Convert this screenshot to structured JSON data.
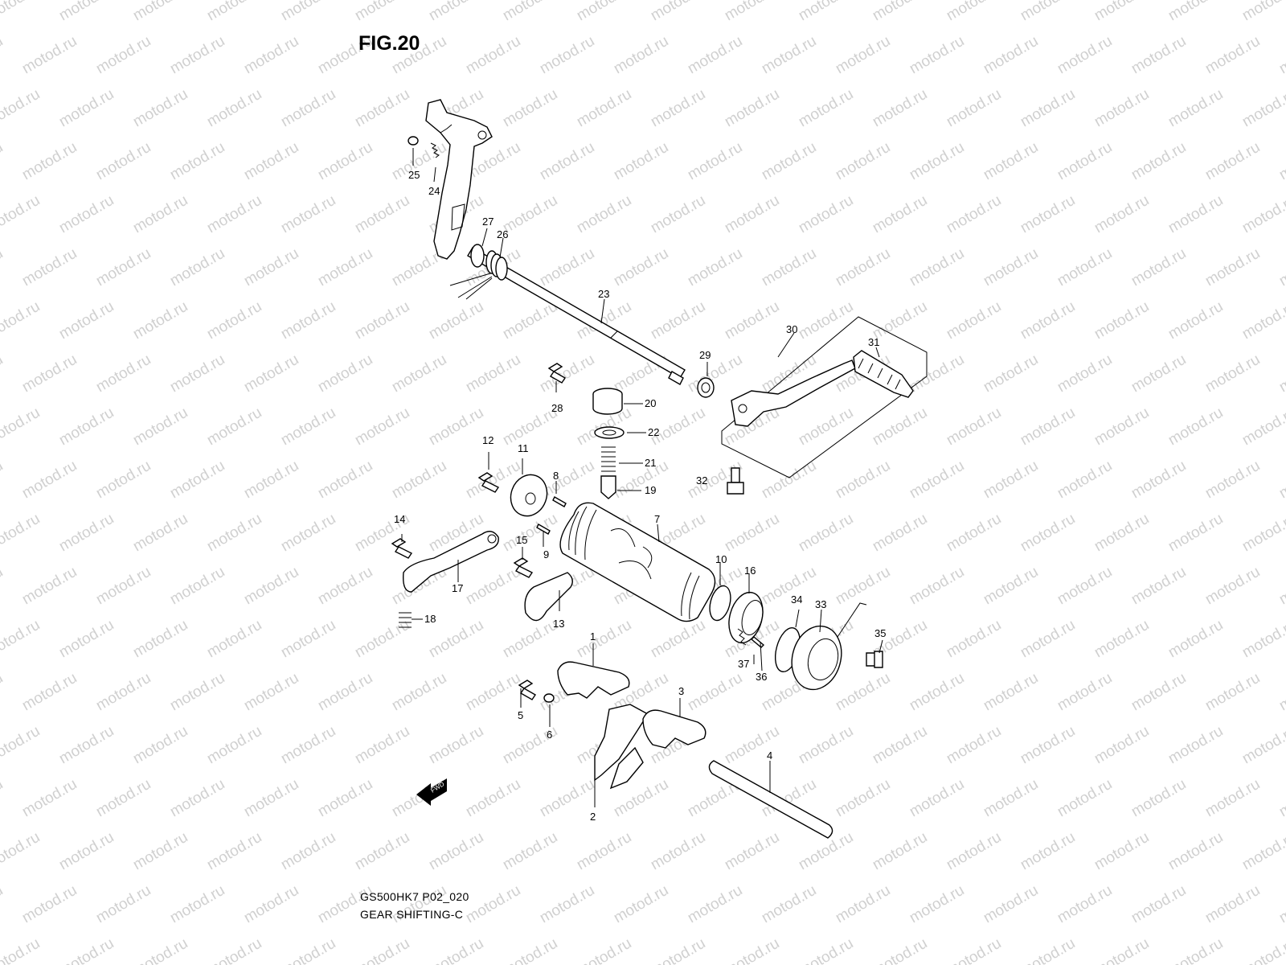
{
  "figure": {
    "title": "FIG.20",
    "code": "GS500HK7 P02_020",
    "name": "GEAR SHIFTING-C"
  },
  "watermark": {
    "text": "motod.ru"
  },
  "direction_arrow": {
    "label": "FWD"
  },
  "callouts": [
    {
      "id": "1",
      "label": "1"
    },
    {
      "id": "2",
      "label": "2"
    },
    {
      "id": "3",
      "label": "3"
    },
    {
      "id": "4",
      "label": "4"
    },
    {
      "id": "5",
      "label": "5"
    },
    {
      "id": "6",
      "label": "6"
    },
    {
      "id": "7",
      "label": "7"
    },
    {
      "id": "8",
      "label": "8"
    },
    {
      "id": "9",
      "label": "9"
    },
    {
      "id": "10",
      "label": "10"
    },
    {
      "id": "11",
      "label": "11"
    },
    {
      "id": "12",
      "label": "12"
    },
    {
      "id": "13",
      "label": "13"
    },
    {
      "id": "14",
      "label": "14"
    },
    {
      "id": "15",
      "label": "15"
    },
    {
      "id": "16",
      "label": "16"
    },
    {
      "id": "17",
      "label": "17"
    },
    {
      "id": "18",
      "label": "18"
    },
    {
      "id": "19",
      "label": "19"
    },
    {
      "id": "20",
      "label": "20"
    },
    {
      "id": "21",
      "label": "21"
    },
    {
      "id": "22",
      "label": "22"
    },
    {
      "id": "23",
      "label": "23"
    },
    {
      "id": "24",
      "label": "24"
    },
    {
      "id": "25",
      "label": "25"
    },
    {
      "id": "26",
      "label": "26"
    },
    {
      "id": "27",
      "label": "27"
    },
    {
      "id": "28",
      "label": "28"
    },
    {
      "id": "29",
      "label": "29"
    },
    {
      "id": "30",
      "label": "30"
    },
    {
      "id": "31",
      "label": "31"
    },
    {
      "id": "32",
      "label": "32"
    },
    {
      "id": "33",
      "label": "33"
    },
    {
      "id": "34",
      "label": "34"
    },
    {
      "id": "35",
      "label": "35"
    },
    {
      "id": "36",
      "label": "36"
    },
    {
      "id": "37",
      "label": "37"
    }
  ]
}
